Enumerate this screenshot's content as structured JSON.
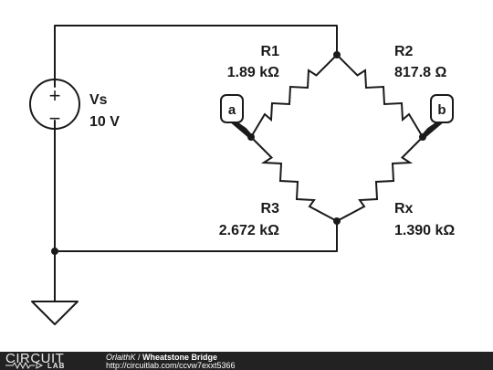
{
  "circuit": {
    "source": {
      "name": "Vs",
      "value": "10 V",
      "plus": "+",
      "minus": "−"
    },
    "resistors": [
      {
        "id": "r1",
        "name": "R1",
        "value": "1.89 kΩ"
      },
      {
        "id": "r2",
        "name": "R2",
        "value": "817.8 Ω"
      },
      {
        "id": "r3",
        "name": "R3",
        "value": "2.672 kΩ"
      },
      {
        "id": "rx",
        "name": "Rx",
        "value": "1.390 kΩ"
      }
    ],
    "probes": [
      {
        "id": "a",
        "label": "a"
      },
      {
        "id": "b",
        "label": "b"
      }
    ]
  },
  "footer": {
    "brand_top": "CIRCUIT",
    "brand_bottom": "LAB",
    "author": "OrlaithK",
    "separator": " / ",
    "title": "Wheatstone Bridge",
    "url": "http://circuitlab.com/ccvw7exxt5366"
  },
  "colors": {
    "ink": "#1a1a1a",
    "footer_bg": "#222222",
    "footer_text": "#ffffff"
  }
}
